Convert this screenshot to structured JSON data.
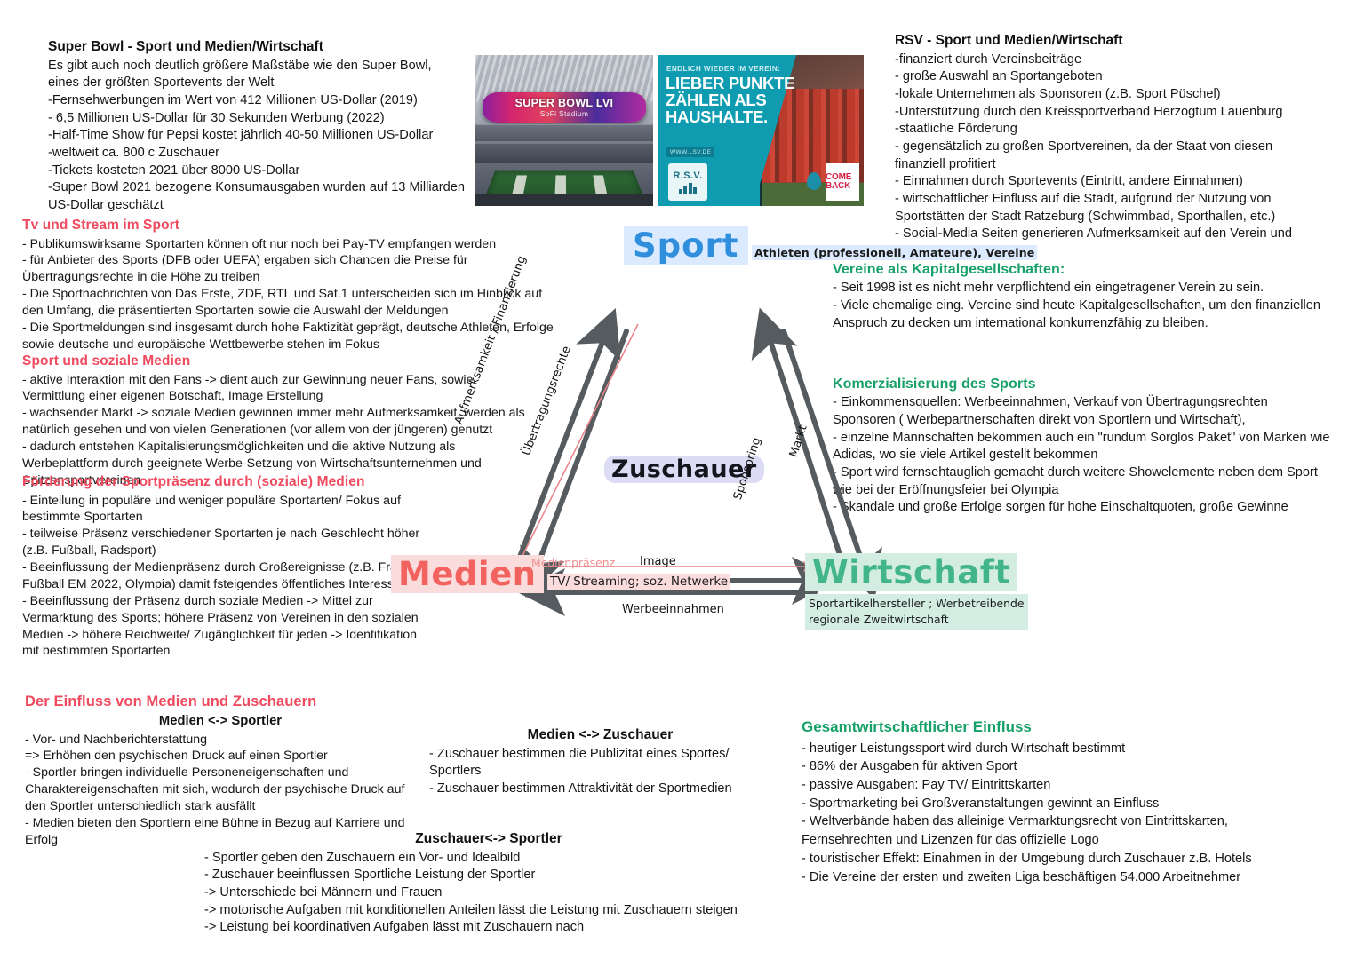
{
  "sections": {
    "superbowl": {
      "title": "Super Bowl - Sport und Medien/Wirtschaft",
      "body": "Es gibt auch noch deutlich größere Maßstäbe wie den Super Bowl, eines der größten Sportevents der Welt\n-Fernsehwerbungen im Wert von 412 Millionen US-Dollar (2019)\n- 6,5 Millionen US-Dollar für 30 Sekunden Werbung (2022)\n-Half-Time Show für Pepsi kostet jährlich 40-50 Millionen US-Dollar\n-weltweit ca. 800 c Zuschauer\n-Tickets kosteten 2021 über 8000 US-Dollar\n-Super Bowl 2021 bezogene Konsumausgaben wurden auf 13 Milliarden US-Dollar geschätzt"
    },
    "rsv": {
      "title": "RSV - Sport und Medien/Wirtschaft",
      "body": "-finanziert durch Vereinsbeiträge\n- große Auswahl an Sportangeboten\n-lokale Unternehmen als Sponsoren (z.B. Sport Püschel)\n-Unterstützung durch den Kreissportverband Herzogtum Lauenburg\n-staatliche Förderung\n- gegensätzlich zu großen Sportvereinen, da der Staat von diesen finanziell profitiert\n- Einnahmen durch Sportevents (Eintritt, andere Einnahmen)\n- wirtschaftlicher Einfluss auf die Stadt, aufgrund der Nutzung von Sportstätten der Stadt Ratzeburg (Schwimmbad, Sporthallen, etc.)\n- Social-Media Seiten generieren Aufmerksamkeit auf den Verein und Events"
    },
    "tv_stream": {
      "title": "Tv und Stream im Sport",
      "body": "- Publikumswirksame Sportarten können oft nur noch bei Pay-TV empfangen werden\n- für Anbieter des Sports (DFB oder UEFA) ergaben sich Chancen die Preise für Übertragungsrechte in die Höhe zu treiben\n- Die Sportnachrichten von Das Erste, ZDF, RTL und Sat.1 unterscheiden sich im Hinblick auf den Umfang, die präsentierten Sportarten sowie die Auswahl der Meldungen\n- Die Sportmeldungen sind insgesamt durch hohe Faktizität geprägt, deutsche Athleten, Erfolge sowie deutsche und europäische Wettbewerbe stehen im Fokus"
    },
    "soziale_medien": {
      "title": "Sport und soziale Medien",
      "body": "- aktive Interaktion mit den Fans -> dient auch zur Gewinnung neuer Fans, sowie Vermittlung einer eigenen Botschaft, Image Erstellung\n- wachsender Markt -> soziale Medien gewinnen immer mehr Aufmerksamkeit, werden als natürlich gesehen und von vielen Generationen (vor allem von der jüngeren) genutzt\n- dadurch entstehen Kapitalisierungsmöglichkeiten und die aktive Nutzung als Werbeplattform durch geeignete Werbe-Setzung von Wirtschaftsunternehmen und Spitzensportvereinen"
    },
    "foerderung": {
      "title": "Förderung der Sportpräsenz durch (soziale) Medien",
      "body": "- Einteilung in populäre und weniger populäre Sportarten/ Fokus auf bestimmte Sportarten\n- teilweise Präsenz verschiedener Sportarten je nach Geschlecht höher (z.B. Fußball, Radsport)\n- Beeinflussung der Medienpräsenz durch Großereignisse (z.B. Frauen Fußball EM 2022, Olympia) damit fsteigendes öffentliches Interesse\n- Beeinflussung der Präsenz durch soziale Medien -> Mittel zur Vermarktung des Sports; höhere Präsenz von Vereinen in den sozialen Medien -> höhere Reichweite/ Zugänglichkeit für jeden  -> Identifikation mit bestimmten Sportarten"
    },
    "kapitalgesellschaften": {
      "title": "Vereine als Kapitalgesellschaften:",
      "body": "- Seit 1998 ist es nicht mehr verpflichtend ein eingetragener Verein zu sein.\n- Viele ehemalige eing. Vereine sind heute Kapitalgesellschaften, um den finanziellen Anspruch zu decken um international konkurrenzfähig zu bleiben."
    },
    "komerzialisierung": {
      "title": "Komerzialisierung des Sports",
      "body": "- Einkommensquellen: Werbeeinnahmen, Verkauf von Übertragungsrechten Sponsoren ( Werbepartnerschaften direkt von Sportlern und Wirtschaft),\n- einzelne Mannschaften bekommen auch ein \"rundum Sorglos Paket\" von Marken wie Adidas, wo sie viele Artikel gestellt bekommen\n- Sport wird fernsehtauglich gemacht durch weitere Showelemente neben dem Sport wie bei der Eröffnungsfeier bei Olympia\n- Skandale und große Erfolge sorgen für hohe Einschaltquoten, große Gewinne"
    },
    "einfluss": {
      "title": "Der Einfluss von Medien und Zuschauern",
      "medien_sportler": {
        "heading": "Medien <-> Sportler",
        "body": "- Vor- und Nachberichterstattung\n=> Erhöhen den psychischen Druck auf einen Sportler\n- Sportler bringen individuelle Personeneigenschaften und Charaktereigenschaften mit sich, wodurch der psychische Druck auf den Sportler unterschiedlich stark ausfällt\n- Medien bieten den Sportlern eine Bühne in Bezug auf Karriere und Erfolg"
      },
      "medien_zuschauer": {
        "heading": "Medien <-> Zuschauer",
        "body": "- Zuschauer bestimmen die Publizität eines Sportes/ Sportlers\n- Zuschauer bestimmen Attraktivität der Sportmedien"
      },
      "zuschauer_sportler": {
        "heading": "Zuschauer<-> Sportler",
        "body": "- Sportler geben den Zuschauern ein Vor- und Idealbild\n- Zuschauer beeinflussen Sportliche Leistung der Sportler\n-> Unterschiede bei Männern und Frauen\n-> motorische Aufgaben mit konditionellen Anteilen lässt die Leistung mit Zuschauern steigen\n-> Leistung bei koordinativen Aufgaben lässt mit Zuschauern nach"
      }
    },
    "gesamtwirtschaft": {
      "title": "Gesamtwirtschaftlicher Einfluss",
      "body": "- heutiger Leistungssport wird durch Wirtschaft bestimmt\n- 86% der Ausgaben für aktiven Sport\n- passive Ausgaben: Pay TV/ Eintrittskarten\n- Sportmarketing bei Großveranstaltungen gewinnt an Einfluss\n- Weltverbände haben das alleinige Vermarktungsrecht von Eintrittskarten, Fernsehrechten und Lizenzen für das offizielle Logo\n- touristischer Effekt: Einahmen in der Umgebung durch Zuschauer z.B. Hotels\n- Die Vereine der ersten und zweiten Liga beschäftigen 54.000 Arbeitnehmer"
    }
  },
  "images": {
    "stadium": {
      "alt": "super-bowl-stadium-photo",
      "board_text": "SUPER BOWL LVI",
      "board_sub": "SoFi Stadium"
    },
    "rsv_poster": {
      "alt": "rsv-verein-poster",
      "kicker": "ENDLICH WIEDER IM VEREIN:",
      "headline": "LIEBER PUNKTE ZÄHLEN ALS HAUSHALTE.",
      "url": "WWW.LSV.DE",
      "logo": "R.S.V.",
      "badge": "COME BACK"
    }
  },
  "diagram": {
    "nodes": {
      "sport": {
        "label": "Sport",
        "sub": "Athleten (professionell, Amateure), Vereine"
      },
      "medien": {
        "label": "Medien",
        "sub": "TV/ Streaming; soz. Netwerke"
      },
      "wirtschaft": {
        "label": "Wirtschaft",
        "sub": "Sportartikelhersteller ; Werbetreibende\nregionale Zweitwirtschaft"
      },
      "zuschauer": {
        "label": "Zuschauer"
      }
    },
    "edges": {
      "left_up": "Aufmerksamkeit / Finanzierung",
      "left_down": "Übertragungsrechte",
      "right_up": "Sponsoring",
      "right_down": "Markt",
      "bottom_top_pink_left": "Medienpräsenz",
      "bottom_top": "Image",
      "bottom_bottom": "Werbeeinnahmen"
    },
    "colors": {
      "sport": "#2f8fdd",
      "medien": "#f2635f",
      "wirtschaft": "#43b58a",
      "zuschauer": "#15151e",
      "arrow": "#555b5e",
      "pink_arrow": "#e8868a"
    }
  }
}
